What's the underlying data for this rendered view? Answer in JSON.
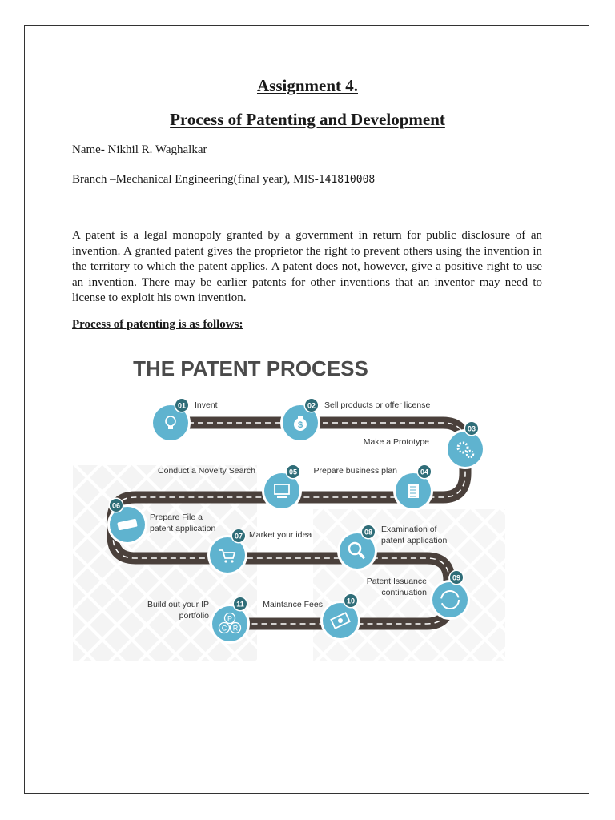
{
  "document": {
    "title": "Assignment 4.",
    "subtitle": "Process of Patenting and Development",
    "name_line": "Name- Nikhil  R. Waghalkar",
    "branch_line": "Branch –Mechanical Engineering(final year),   MIS-",
    "mis_number": "141810008",
    "paragraph": "A patent is a legal monopoly granted by a government in return for public disclosure of an invention.  A granted patent gives the proprietor the right to prevent others using the invention in the territory to which the patent applies.  A patent does not, however, give a positive right to use an invention.  There may be earlier patents for other inventions that an inventor may need to license to exploit his own invention.",
    "section_heading": "Process of patenting is as follows:"
  },
  "infographic": {
    "title": "THE PATENT PROCESS",
    "colors": {
      "road": "#4a403b",
      "step_circle": "#5fb3cf",
      "badge": "#2f6d78",
      "title": "#4a4a4a"
    },
    "steps": [
      {
        "num": "01",
        "label": "Invent",
        "icon": "lightbulb-icon"
      },
      {
        "num": "02",
        "label": "Sell products or offer license",
        "icon": "money-bag-icon"
      },
      {
        "num": "03",
        "label": "Make a Prototype",
        "icon": "gears-icon"
      },
      {
        "num": "04",
        "label": "Prepare business plan",
        "icon": "document-icon"
      },
      {
        "num": "05",
        "label": "Conduct a Novelty Search",
        "icon": "computer-icon"
      },
      {
        "num": "06",
        "label_lines": [
          "Prepare File a",
          "patent application"
        ],
        "icon": "folder-icon"
      },
      {
        "num": "07",
        "label": "Market your idea",
        "icon": "cart-icon"
      },
      {
        "num": "08",
        "label_lines": [
          "Examination of",
          "patent application"
        ],
        "icon": "magnifier-icon"
      },
      {
        "num": "09",
        "label_lines": [
          "Patent Issuance",
          "continuation"
        ],
        "icon": "refresh-icon"
      },
      {
        "num": "10",
        "label": "Maintance Fees",
        "icon": "cash-icon"
      },
      {
        "num": "11",
        "label_lines": [
          "Build out your IP",
          "portfolio"
        ],
        "icon": "ip-symbols-icon",
        "symbols": [
          "P",
          "C",
          "R"
        ]
      }
    ]
  }
}
